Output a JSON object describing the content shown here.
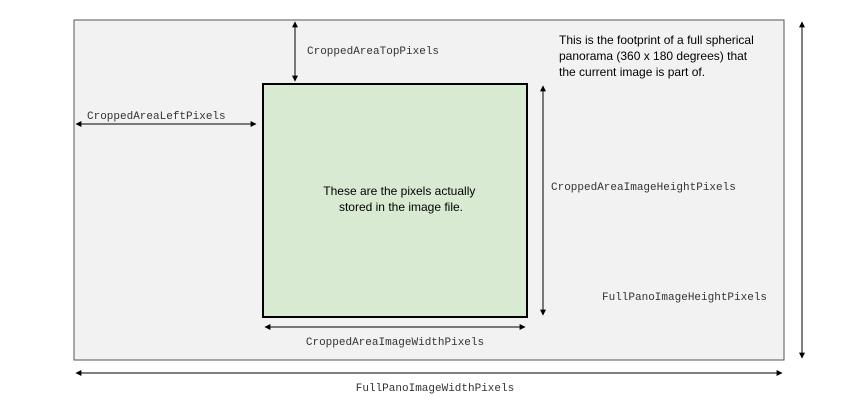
{
  "diagram": {
    "panorama_note_lines": [
      "This is the footprint of a full spherical",
      "panorama (360 x 180 degrees) that",
      "the current image is part of."
    ],
    "cropped_note_lines": [
      "These are the pixels actually",
      "stored in the image file."
    ],
    "labels": {
      "top": "CroppedAreaTopPixels",
      "left": "CroppedAreaLeftPixels",
      "image_height": "CroppedAreaImageHeightPixels",
      "image_width": "CroppedAreaImageWidthPixels",
      "full_height": "FullPanoImageHeightPixels",
      "full_width": "FullPanoImageWidthPixels"
    },
    "colors": {
      "panorama_fill": "#f2f2f2",
      "panorama_stroke": "#555555",
      "cropped_fill": "#d9ead3",
      "cropped_stroke": "#000000",
      "arrow": "#000000"
    }
  }
}
